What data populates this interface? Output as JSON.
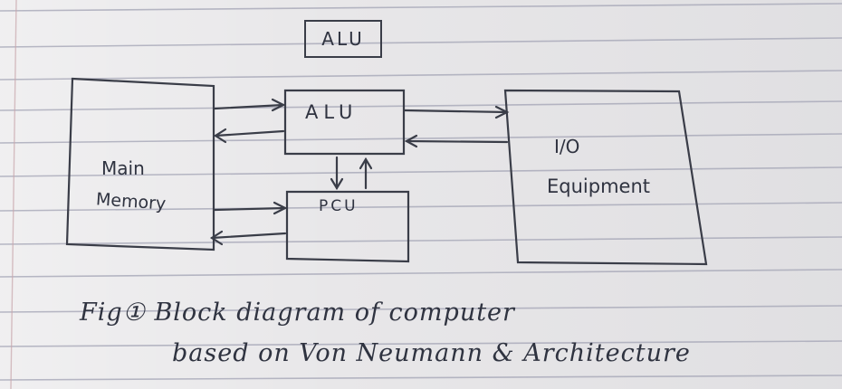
{
  "title_box": "ALU",
  "blocks": {
    "main_memory": {
      "line1": "Main",
      "line2": "Memory"
    },
    "alu": "ALU",
    "pcu": "PCU",
    "io": {
      "line1": "I/O",
      "line2": "Equipment"
    }
  },
  "caption": {
    "line1": "Fig① Block diagram of computer",
    "line2": "based on Von Neumann & Architecture"
  }
}
